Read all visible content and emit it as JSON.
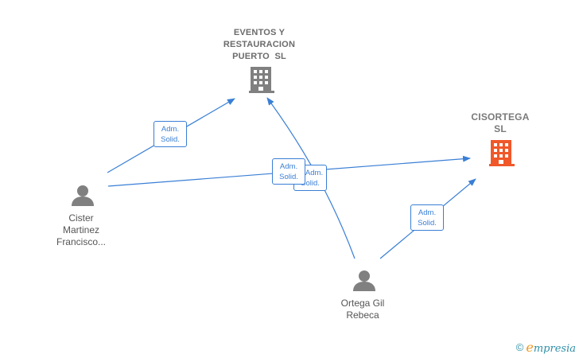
{
  "colors": {
    "edge": "#3a7fd5",
    "company": "#808080",
    "company_highlight": "#f0582a",
    "person": "#808080",
    "brand_e": "#f0961e",
    "brand_text": "#2f8fa8"
  },
  "companies": [
    {
      "id": "eventos",
      "lines": [
        "EVENTOS Y",
        "RESTAURACION",
        "PUERTO  SL"
      ],
      "icon": "building-icon"
    },
    {
      "id": "cisortega",
      "lines": [
        "CISORTEGA",
        "SL"
      ],
      "icon": "building-icon",
      "highlight": true
    }
  ],
  "persons": [
    {
      "id": "cister",
      "lines": [
        "Cister",
        "Martinez",
        "Francisco..."
      ],
      "icon": "person-icon"
    },
    {
      "id": "ortega",
      "lines": [
        "Ortega Gil",
        "Rebeca"
      ],
      "icon": "person-icon"
    }
  ],
  "relations": [
    {
      "from": "cister",
      "to": "eventos",
      "label": [
        "Adm.",
        "Solid."
      ]
    },
    {
      "from": "cister",
      "to": "cisortega",
      "label": [
        "Adm.",
        "Solid."
      ]
    },
    {
      "from": "ortega",
      "to": "eventos",
      "label": [
        "Adm.",
        "Solid."
      ]
    },
    {
      "from": "ortega",
      "to": "cisortega",
      "label": [
        "Adm.",
        "Solid."
      ]
    }
  ],
  "footer": {
    "copyright": "©",
    "brand_initial": "e",
    "brand_rest": "mpresia"
  }
}
